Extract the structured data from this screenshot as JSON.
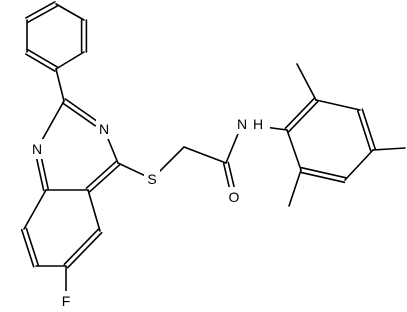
{
  "diagram": {
    "type": "chemical-structure",
    "atom_labels": {
      "nitrogen_top": "N",
      "nitrogen_left": "N",
      "sulfur": "S",
      "oxygen": "O",
      "amide_nh": "N",
      "amide_h": "H",
      "fluorine": "F"
    },
    "colors": {
      "ink": "#000000",
      "background": "#ffffff"
    }
  }
}
